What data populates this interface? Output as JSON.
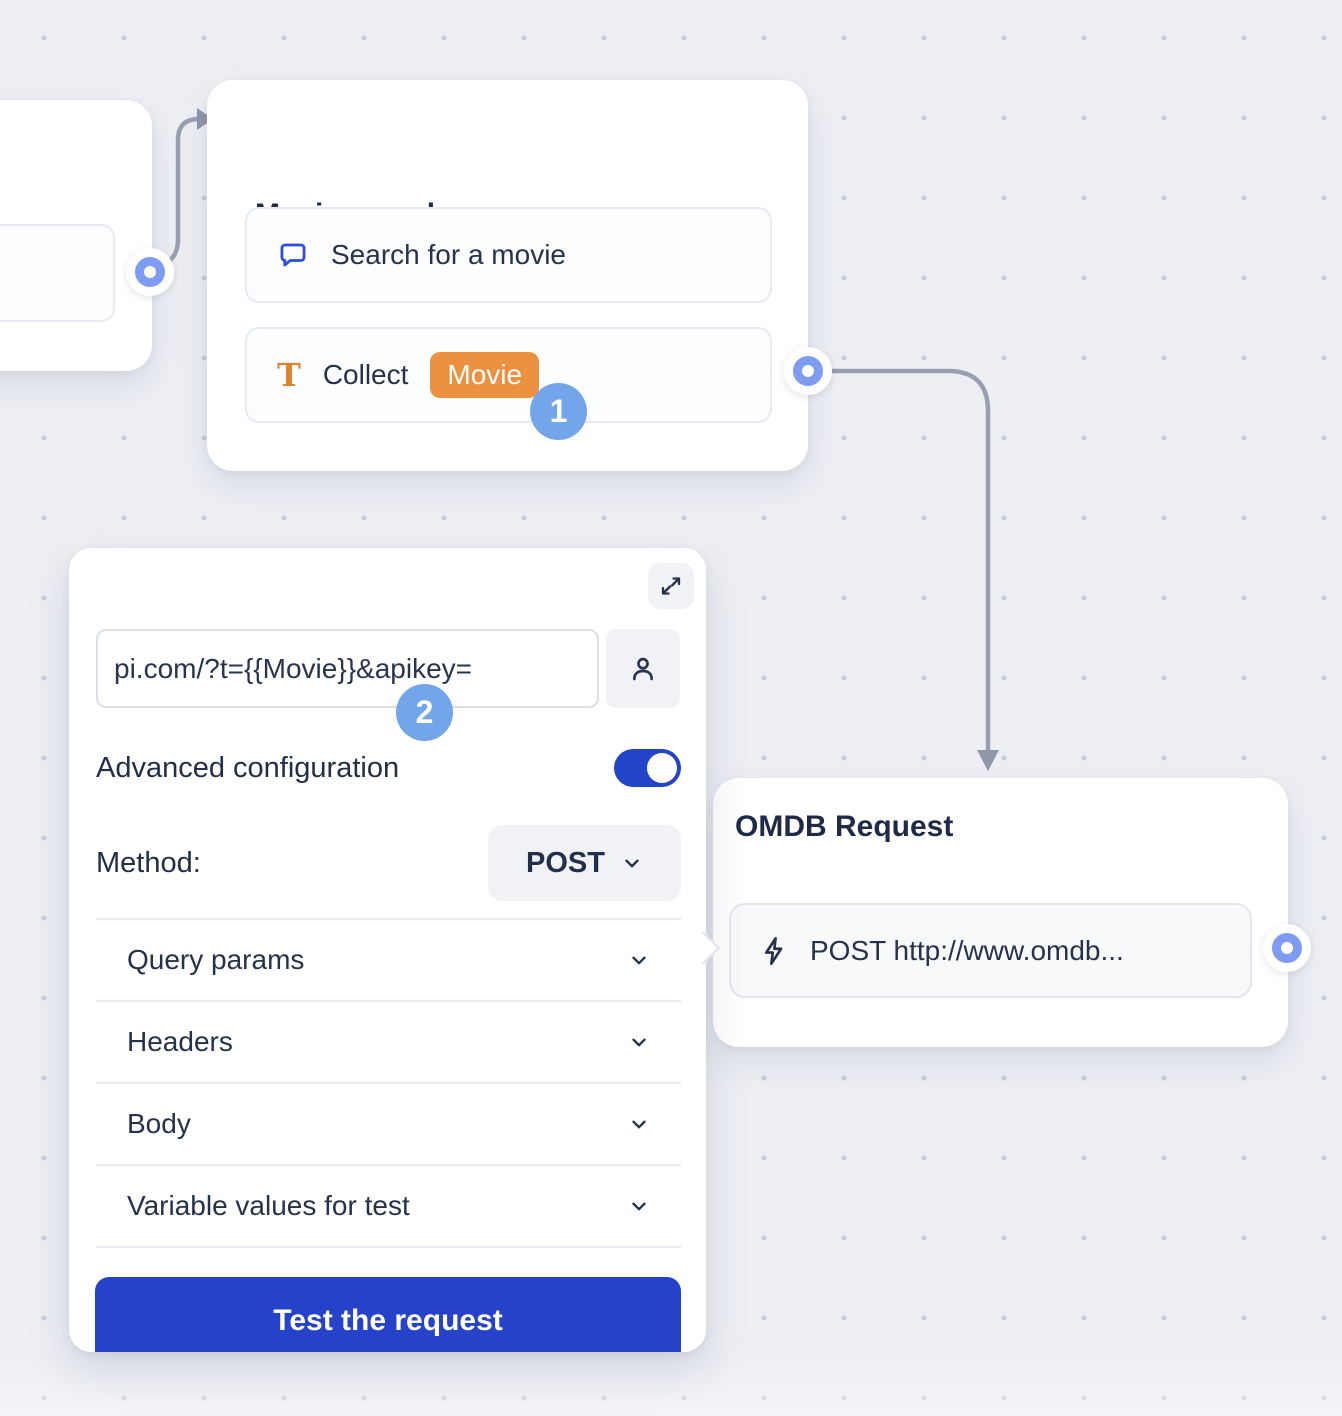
{
  "nodes": {
    "movie_search": {
      "title": "Movie search",
      "items": [
        {
          "icon": "chat-bubble-icon",
          "label": "Search for a movie"
        },
        {
          "icon": "text-input-icon",
          "label": "Collect",
          "variable_chip": "Movie"
        }
      ]
    },
    "omdb_request": {
      "title": "OMDB Request",
      "items": [
        {
          "icon": "lightning-icon",
          "label": "POST http://www.omdb..."
        }
      ]
    }
  },
  "panel": {
    "url_field": {
      "value": "pi.com/?t={{Movie}}&apikey="
    },
    "advanced_toggle": {
      "label": "Advanced configuration",
      "state_on": true
    },
    "method": {
      "label": "Method:",
      "value": "POST"
    },
    "sections": [
      "Query params",
      "Headers",
      "Body",
      "Variable values for test"
    ],
    "test_button_label": "Test the request",
    "icons": [
      "expand-icon",
      "person-icon"
    ]
  },
  "step_badges": {
    "step1": "1",
    "step2": "2"
  },
  "colors": {
    "canvas_bg": "#edeff4",
    "canvas_dot": "#c7cdd9",
    "accent_blue": "#2642c8",
    "toggle_blue": "#2343c8",
    "step_badge_blue": "#73a5eb",
    "connector_ring_blue": "#7e9cf2",
    "connector_line_gray": "#98a0b0",
    "variable_chip_orange": "#ec9140",
    "text_icon_orange": "#dd8430",
    "chat_icon_blue": "#2f4ce0",
    "title_text": "#1f2b46",
    "body_text": "#26324c"
  }
}
